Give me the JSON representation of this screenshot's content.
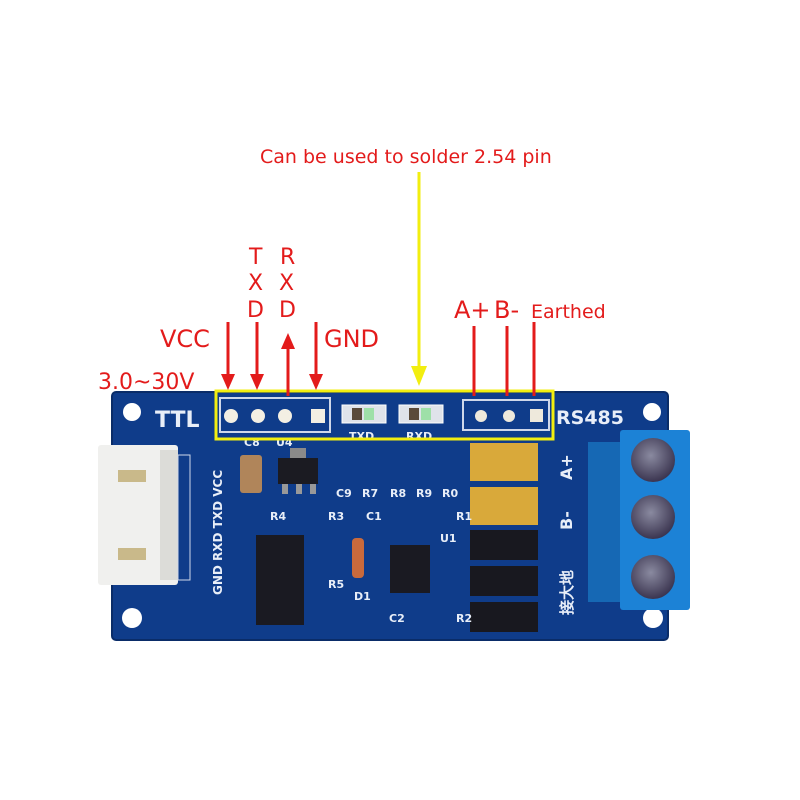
{
  "annotations": {
    "solder_note": "Can be used to solder 2.54 pin",
    "vcc": "VCC",
    "voltage": "3.0~30V",
    "txd_letters": [
      "T",
      "X",
      "D"
    ],
    "rxd_letters": [
      "R",
      "X",
      "D"
    ],
    "gnd": "GND",
    "a_plus": "A+",
    "b_minus": "B-",
    "earthed": "Earthed"
  },
  "board": {
    "ttl_label": "TTL",
    "rs485_label": "RS485",
    "led_txd": "TXD",
    "led_rxd": "RXD",
    "connector_pins": "GND RXD TXD VCC",
    "terminal_a": "A+",
    "terminal_b": "B-",
    "ground_cn": "接大地",
    "refs": [
      "C8",
      "U4",
      "C9",
      "R7",
      "R8",
      "R9",
      "R0",
      "R4",
      "R3",
      "C1",
      "R1",
      "U1",
      "R5",
      "D1",
      "C2",
      "R2"
    ]
  },
  "colors": {
    "annotation": "#e31b1b",
    "highlight": "#f2ee10",
    "pcb": "#0f3c8a",
    "terminal": "#1c82d6"
  }
}
